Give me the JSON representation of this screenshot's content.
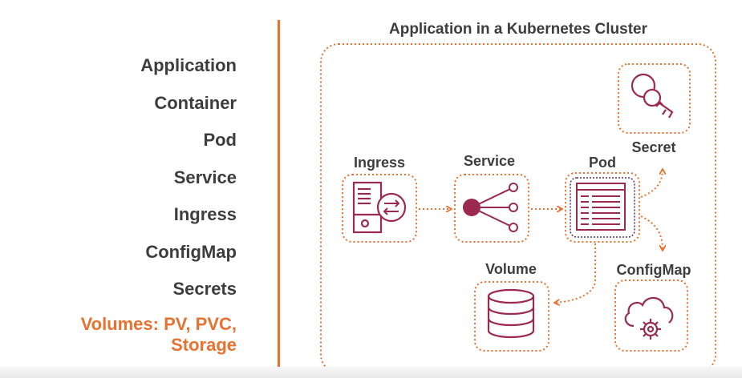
{
  "sidebar": {
    "items": [
      "Application",
      "Container",
      "Pod",
      "Service",
      "Ingress",
      "ConfigMap",
      "Secrets"
    ],
    "active_lines": [
      "Volumes: PV, PVC,",
      "Storage"
    ]
  },
  "diagram": {
    "title": "Application in a Kubernetes Cluster",
    "nodes": {
      "ingress": "Ingress",
      "service": "Service",
      "pod": "Pod",
      "secret": "Secret",
      "volume": "Volume",
      "configmap": "ConfigMap"
    }
  },
  "colors": {
    "accent": "#e8722f",
    "icon": "#9b2a4e",
    "text": "#3d3d3d",
    "pod_border": "#5a2b5e"
  }
}
